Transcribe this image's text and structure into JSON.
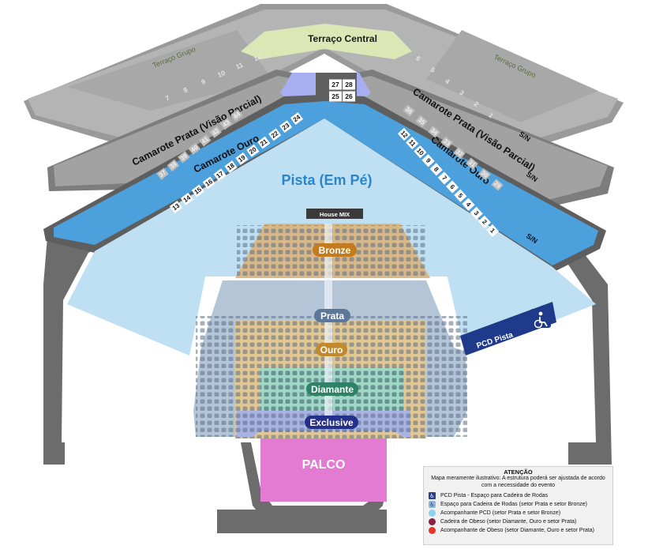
{
  "map": {
    "labels": {
      "terraco_central": "Terraço Central",
      "terraco_grupo_left": "Terraço Grupo",
      "terraco_grupo_right": "Terraço Grupo",
      "camarote_prata_left": "Camarote Prata (Visão Parcial)",
      "camarote_prata_right": "Camarote Prata (Visão Parcial)",
      "camarote_ouro_left": "Camarote Ouro",
      "camarote_ouro_right": "Camarote Ouro",
      "pista": "Pista (Em Pé)",
      "house_mix": "House MIX",
      "bronze": "Bronze",
      "prata": "Prata",
      "ouro": "Ouro",
      "diamante": "Diamante",
      "exclusive": "Exclusive",
      "palco": "PALCO",
      "pcd_pista": "PCD Pista"
    },
    "boxes": {
      "terraco_left": [
        "7",
        "8",
        "9",
        "10",
        "11",
        "12"
      ],
      "terraco_right": [
        "6",
        "5",
        "4",
        "3",
        "2",
        "1"
      ],
      "terraco_sn": "S/N",
      "center": [
        "27",
        "28",
        "25",
        "26"
      ],
      "prata_left": [
        "37",
        "38",
        "39",
        "40",
        "41",
        "42",
        "43",
        "44"
      ],
      "prata_right": [
        "36",
        "35",
        "34",
        "33",
        "32",
        "31",
        "30",
        "29"
      ],
      "prata_sn": "S/N",
      "ouro_left": [
        "13",
        "14",
        "15",
        "16",
        "17",
        "18",
        "19",
        "20",
        "21",
        "22",
        "23",
        "24"
      ],
      "ouro_right": [
        "12",
        "11",
        "10",
        "9",
        "8",
        "7",
        "6",
        "5",
        "4",
        "3",
        "2",
        "1"
      ],
      "ouro_sn": "S/N"
    }
  },
  "legend": {
    "title": "ATENÇÃO",
    "description": "Mapa meramente ilustrativo: A estrutura poderá ser ajustada de acordo com a necessidade do evento",
    "items": [
      {
        "label": "PCD Pista - Espaço para Cadeira de Rodas",
        "color": "#2a3f8f",
        "icon": "wheelchair-icon"
      },
      {
        "label": "Espaço para Cadeira de Rodas (setor Prata e setor Bronze)",
        "color": "#8fb7d9",
        "icon": "wheelchair-seat-icon"
      },
      {
        "label": "Acompanhante PCD (setor Prata e setor Bronze)",
        "color": "#8fd0ee",
        "icon": "circle-icon"
      },
      {
        "label": "Cadeira de Obeso (setor Diamante, Ouro e setor Prata)",
        "color": "#8b2046",
        "icon": "circle-icon"
      },
      {
        "label": "Acompanhante de Obeso (setor Diamante, Ouro e setor Prata)",
        "color": "#e6342c",
        "icon": "circle-icon"
      }
    ]
  },
  "colors": {
    "terraco": "#b4b4b4",
    "terraco_green": "#dbe8b6",
    "camarote_prata": "#a2a2a2",
    "camarote_ouro": "#4ca0dc",
    "pista": "#bfe0f3",
    "frame": "#6a6a6a",
    "bronze": "#d9b887",
    "prata_sector": "#b3c5d6",
    "ouro_sector": "#e2c792",
    "diamante": "#9fd8c6",
    "exclusive": "#a9b3e3",
    "palco": "#e37bd3",
    "pcd": "#1f3a8a",
    "center_block": "#a7aff0"
  }
}
